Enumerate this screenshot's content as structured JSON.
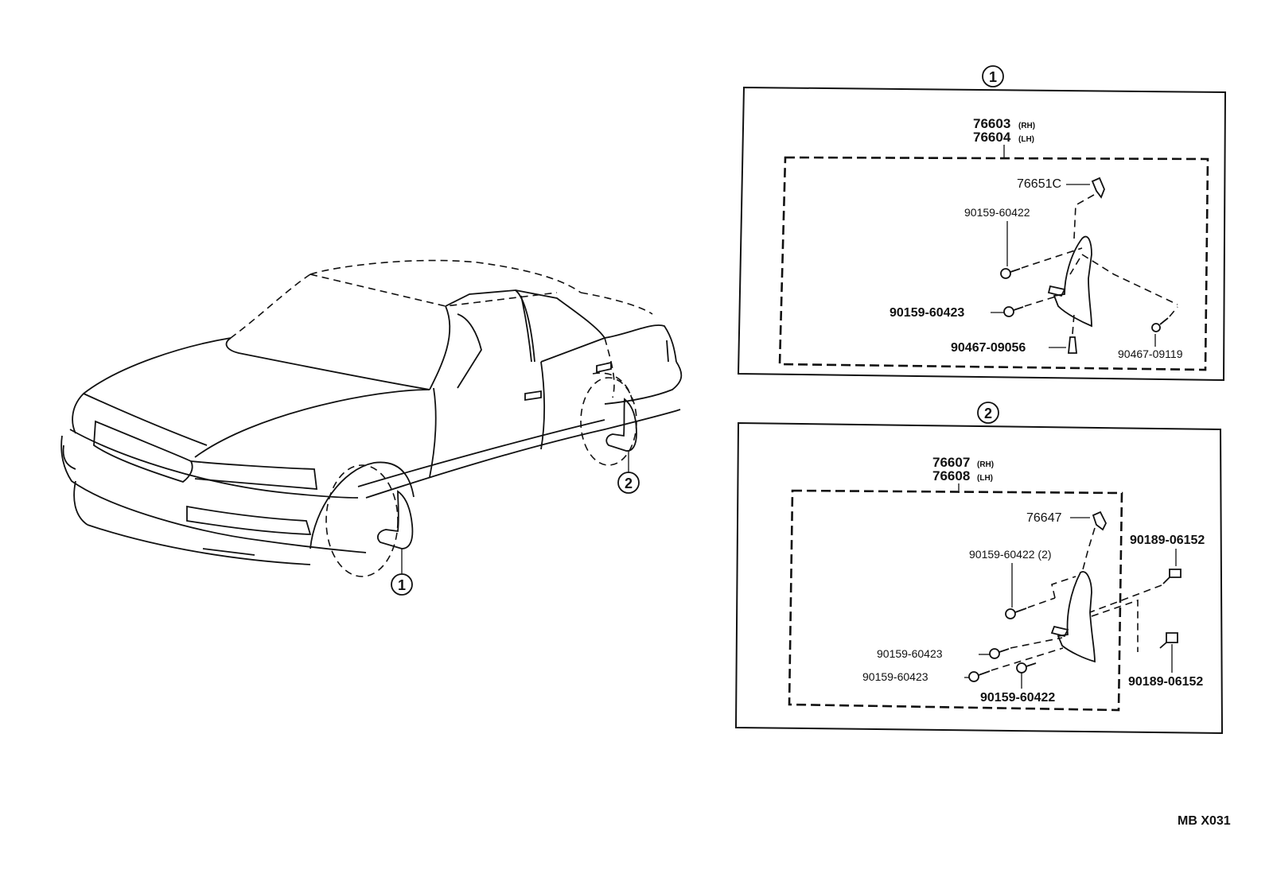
{
  "figure_code": "MB X031",
  "car_callouts": {
    "front": "1",
    "rear": "2"
  },
  "panel1": {
    "number": "1",
    "assembly_rh": "76603",
    "assembly_rh_side": "(RH)",
    "assembly_lh": "76604",
    "assembly_lh_side": "(LH)",
    "parts": {
      "clip": "76651C",
      "screw_top": "90159-60422",
      "screw_mid": "90159-60423",
      "clip_bottom": "90467-09056",
      "clip_right": "90467-09119"
    }
  },
  "panel2": {
    "number": "2",
    "assembly_rh": "76607",
    "assembly_rh_side": "(RH)",
    "assembly_lh": "76608",
    "assembly_lh_side": "(LH)",
    "parts": {
      "clip": "76647",
      "screw_top": "90159-60422 (2)",
      "screw_a": "90159-60423",
      "screw_b": "90159-60423",
      "screw_bottom": "90159-60422",
      "bolt_top": "90189-06152",
      "bolt_bottom": "90189-06152"
    }
  }
}
